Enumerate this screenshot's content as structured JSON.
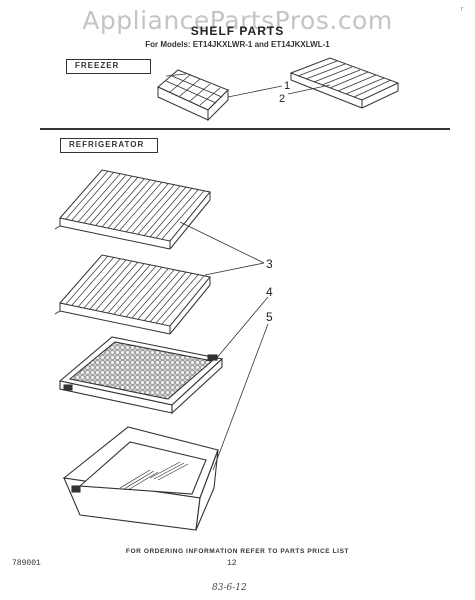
{
  "watermark": "AppliancePartsPros.com",
  "header": {
    "title": "SHELF PARTS",
    "subtitle": "For Models: ET14JKXLWR-1 and ET14JKXLWL-1"
  },
  "sections": {
    "freezer": "FREEZER",
    "refrigerator": "REFRIGERATOR"
  },
  "callouts": [
    "1",
    "2",
    "3",
    "4",
    "5"
  ],
  "footer": {
    "note": "FOR ORDERING INFORMATION REFER TO PARTS PRICE LIST",
    "doc_code": "789001",
    "page_number": "12",
    "handwritten": "83-6-12"
  },
  "corner_mark": "r"
}
